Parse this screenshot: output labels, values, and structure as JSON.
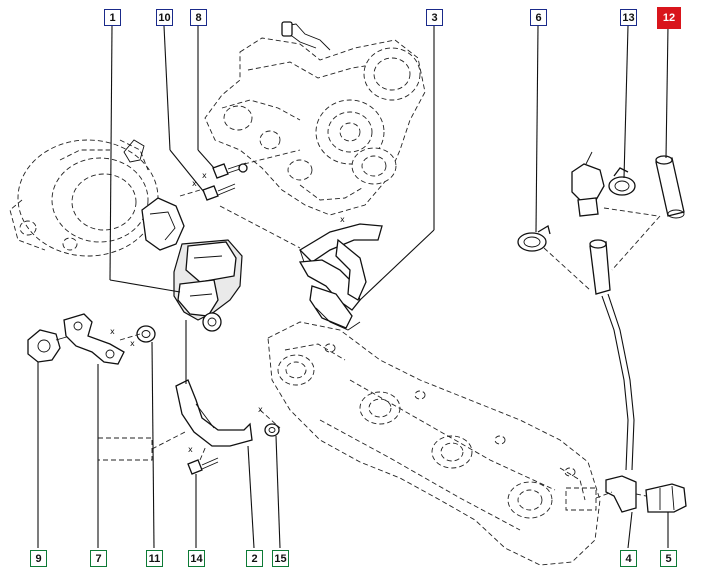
{
  "diagram": {
    "callouts": [
      {
        "id": "c1",
        "label": "1",
        "active": false
      },
      {
        "id": "c10",
        "label": "10",
        "active": false
      },
      {
        "id": "c8",
        "label": "8",
        "active": false
      },
      {
        "id": "c3",
        "label": "3",
        "active": false
      },
      {
        "id": "c6",
        "label": "6",
        "active": false
      },
      {
        "id": "c13",
        "label": "13",
        "active": false
      },
      {
        "id": "c12",
        "label": "12",
        "active": true
      },
      {
        "id": "c9",
        "label": "9",
        "active": false
      },
      {
        "id": "c7",
        "label": "7",
        "active": false
      },
      {
        "id": "c11",
        "label": "11",
        "active": false
      },
      {
        "id": "c14",
        "label": "14",
        "active": false
      },
      {
        "id": "c2",
        "label": "2",
        "active": false
      },
      {
        "id": "c15",
        "label": "15",
        "active": false
      },
      {
        "id": "c4",
        "label": "4",
        "active": false
      },
      {
        "id": "c5",
        "label": "5",
        "active": false
      }
    ],
    "colors": {
      "active_callout": "#d9151c",
      "callout_border": "#1a2a8a",
      "line": "#111111"
    },
    "mark_symbol": "x"
  }
}
